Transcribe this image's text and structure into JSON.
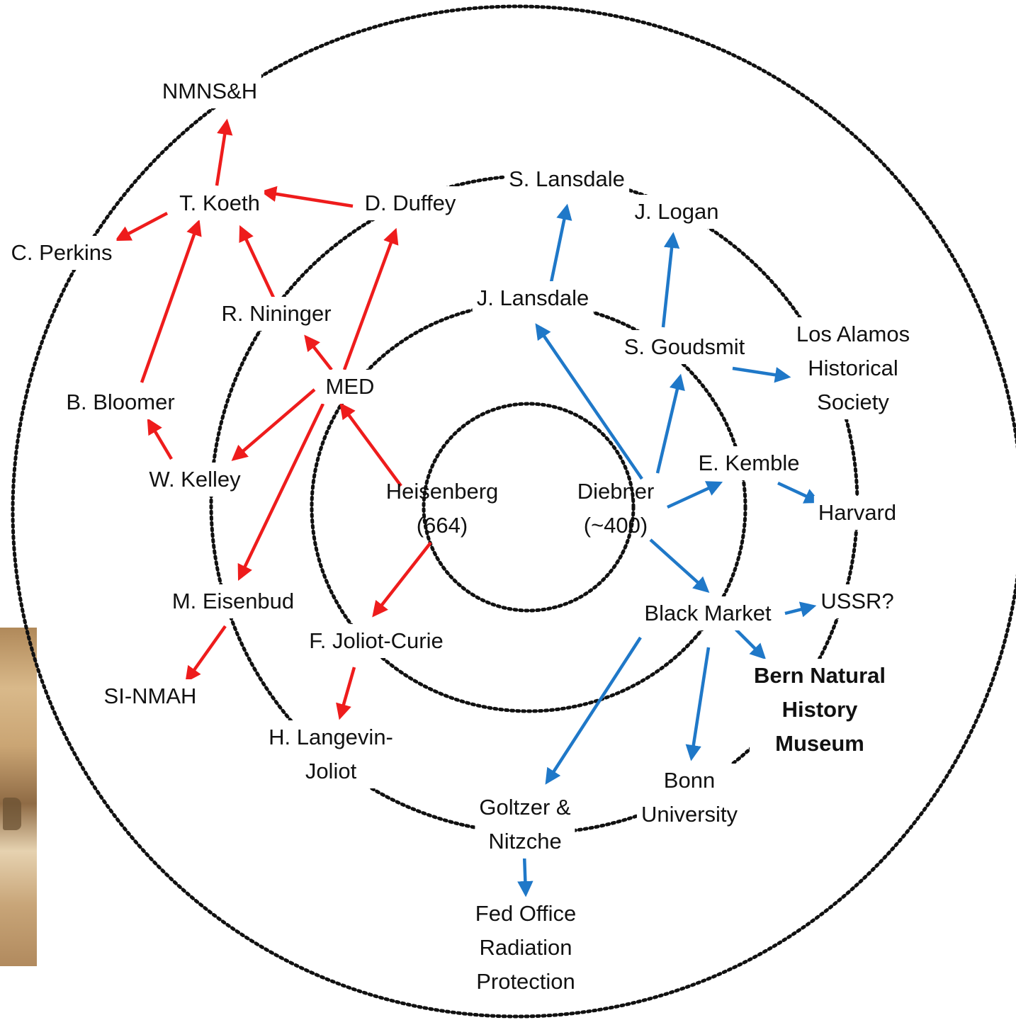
{
  "nodes": {
    "nmnsh": "NMNS&H",
    "t_koeth": "T. Koeth",
    "d_duffey": "D. Duffey",
    "s_lansdale": "S. Lansdale",
    "j_logan": "J. Logan",
    "c_perkins": "C. Perkins",
    "j_lansdale": "J. Lansdale",
    "r_nininger": "R. Nininger",
    "s_goudsmit": "S. Goudsmit",
    "los_alamos": [
      "Los Alamos",
      "Historical",
      "Society"
    ],
    "b_bloomer": "B. Bloomer",
    "med": "MED",
    "e_kemble": "E. Kemble",
    "w_kelley": "W. Kelley",
    "heisenberg": [
      "Heisenberg",
      "(664)"
    ],
    "diebner": [
      "Diebner",
      "(~400)"
    ],
    "harvard": "Harvard",
    "m_eisenbud": "M. Eisenbud",
    "black_market": "Black Market",
    "ussr": "USSR?",
    "f_joliot_curie": "F. Joliot-Curie",
    "si_nmah": "SI-NMAH",
    "bern": [
      "Bern Natural",
      "History",
      "Museum"
    ],
    "h_langevin_joliot": [
      "H. Langevin-",
      "Joliot"
    ],
    "bonn": [
      "Bonn",
      "University"
    ],
    "goltzer": [
      "Goltzer &",
      "Nitzche"
    ],
    "fed_office": [
      "Fed Office",
      "Radiation",
      "Protection"
    ]
  },
  "colors": {
    "heisenberg_lineage_arrow": "#ee1c1c",
    "diebner_lineage_arrow": "#1f78c8",
    "ring": "#111111",
    "text": "#111111"
  },
  "edges": [
    {
      "from": "heisenberg",
      "to": "med",
      "color": "red"
    },
    {
      "from": "heisenberg",
      "to": "f_joliot_curie",
      "color": "red"
    },
    {
      "from": "med",
      "to": "r_nininger",
      "color": "red"
    },
    {
      "from": "med",
      "to": "d_duffey",
      "color": "red"
    },
    {
      "from": "med",
      "to": "w_kelley",
      "color": "red"
    },
    {
      "from": "med",
      "to": "m_eisenbud",
      "color": "red"
    },
    {
      "from": "r_nininger",
      "to": "t_koeth",
      "color": "red"
    },
    {
      "from": "d_duffey",
      "to": "t_koeth",
      "color": "red"
    },
    {
      "from": "t_koeth",
      "to": "nmnsh",
      "color": "red"
    },
    {
      "from": "t_koeth",
      "to": "c_perkins",
      "color": "red"
    },
    {
      "from": "b_bloomer",
      "to": "t_koeth",
      "color": "red"
    },
    {
      "from": "w_kelley",
      "to": "b_bloomer",
      "color": "red"
    },
    {
      "from": "m_eisenbud",
      "to": "si_nmah",
      "color": "red"
    },
    {
      "from": "f_joliot_curie",
      "to": "h_langevin_joliot",
      "color": "red"
    },
    {
      "from": "diebner",
      "to": "j_lansdale",
      "color": "blue"
    },
    {
      "from": "j_lansdale",
      "to": "s_lansdale",
      "color": "blue"
    },
    {
      "from": "diebner",
      "to": "s_goudsmit",
      "color": "blue"
    },
    {
      "from": "s_goudsmit",
      "to": "j_logan",
      "color": "blue"
    },
    {
      "from": "s_goudsmit",
      "to": "los_alamos",
      "color": "blue"
    },
    {
      "from": "diebner",
      "to": "e_kemble",
      "color": "blue"
    },
    {
      "from": "e_kemble",
      "to": "harvard",
      "color": "blue"
    },
    {
      "from": "diebner",
      "to": "black_market",
      "color": "blue"
    },
    {
      "from": "black_market",
      "to": "ussr",
      "color": "blue"
    },
    {
      "from": "black_market",
      "to": "bern",
      "color": "blue"
    },
    {
      "from": "black_market",
      "to": "bonn",
      "color": "blue"
    },
    {
      "from": "black_market",
      "to": "goltzer",
      "color": "blue"
    },
    {
      "from": "goltzer",
      "to": "fed_office",
      "color": "blue"
    }
  ]
}
